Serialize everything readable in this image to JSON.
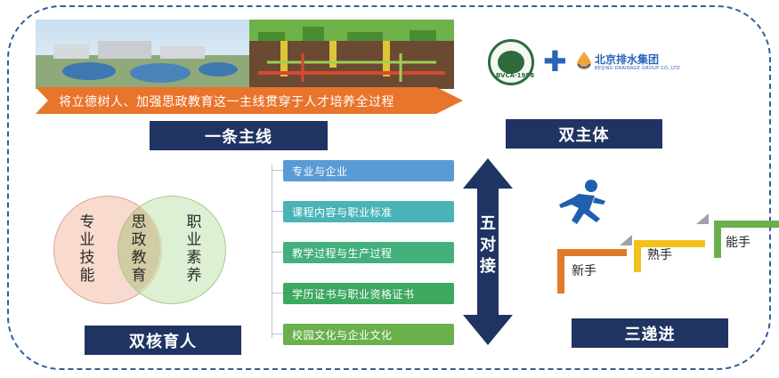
{
  "banner": {
    "text": "将立德树人、加强思政教育这一主线贯穿于人才培养全过程"
  },
  "labels": {
    "main_line": "一条主线",
    "dual_subject": "双主体",
    "dual_core": "双核育人",
    "three_steps": "三递进"
  },
  "logos": {
    "school_tag": "BVCA·1958",
    "company_name": "北京排水集团",
    "company_sub": "BEIJING DRAINAGE GROUP CO.,LTD"
  },
  "venn": {
    "left": "专业技能",
    "middle": "思政教育",
    "right": "职业素养"
  },
  "five_links": {
    "title": "五对接",
    "items": [
      "专业与企业",
      "课程内容与职业标准",
      "教学过程与生产过程",
      "学历证书与职业资格证书",
      "校园文化与企业文化"
    ]
  },
  "steps": [
    "新手",
    "熟手",
    "能手"
  ],
  "colors": {
    "navy": "#1f3462",
    "frame": "#2f5f9a",
    "banner_orange": "#e9742b",
    "bar_colors": [
      "#5b9bd5",
      "#4ab3b8",
      "#43b07c",
      "#3da85f",
      "#6ab04c"
    ],
    "step_colors": [
      "#e07b2a",
      "#f2c11b",
      "#6ab04c"
    ],
    "runner": "#1e5fb0"
  }
}
